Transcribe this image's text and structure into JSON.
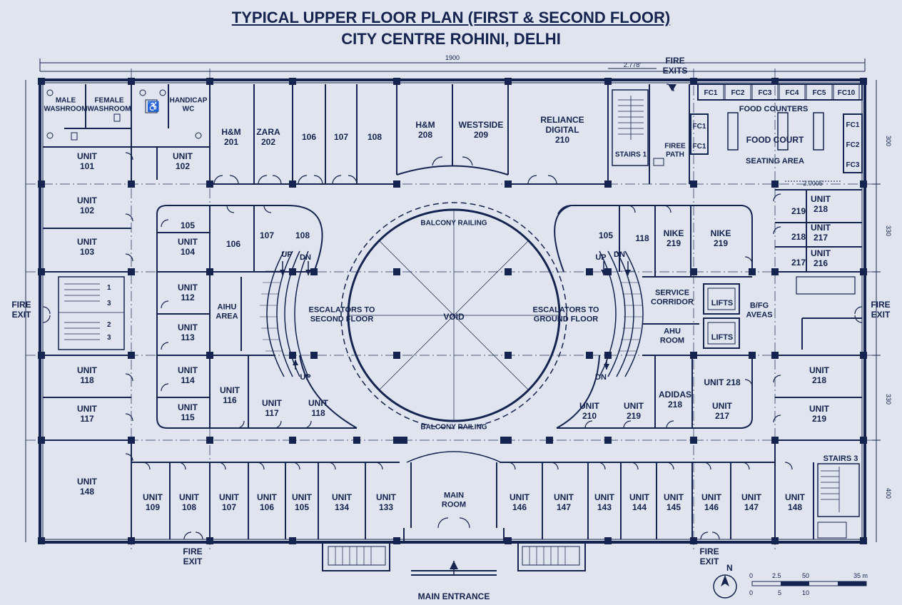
{
  "header": {
    "title": "TYPICAL UPPER FLOOR PLAN (FIRST & SECOND FLOOR)",
    "subtitle": "CITY CENTRE ROHINI, DELHI"
  },
  "dimensions": {
    "overall": "1900",
    "partial": "2.778'",
    "food_court": "2.0005'",
    "side": [
      "300",
      "330",
      "330",
      "400"
    ]
  },
  "colors": {
    "ink": "#14234f",
    "paper": "#dfe4ee",
    "fill": "#e8ecf3"
  },
  "rooms": [
    {
      "id": "male-wc",
      "lines": [
        "MALE",
        "WASHROOM"
      ]
    },
    {
      "id": "female-wc",
      "lines": [
        "FEMALE",
        "WASHROOM"
      ]
    },
    {
      "id": "handicap-wc",
      "lines": [
        "HANDICAP",
        "WC"
      ]
    },
    {
      "id": "u101",
      "lines": [
        "UNIT",
        "101"
      ]
    },
    {
      "id": "u102a",
      "lines": [
        "UNIT",
        "102"
      ]
    },
    {
      "id": "hm201",
      "lines": [
        "H&M",
        "201"
      ]
    },
    {
      "id": "zara202",
      "lines": [
        "ZARA",
        "202"
      ]
    },
    {
      "id": "t106",
      "lines": [
        "106"
      ]
    },
    {
      "id": "t107",
      "lines": [
        "107"
      ]
    },
    {
      "id": "t108",
      "lines": [
        "108"
      ]
    },
    {
      "id": "hm208",
      "lines": [
        "H&M",
        "208"
      ]
    },
    {
      "id": "ws209",
      "lines": [
        "WESTSIDE",
        "209"
      ]
    },
    {
      "id": "rd210",
      "lines": [
        "RELIANCE",
        "DIGITAL",
        "210"
      ]
    },
    {
      "id": "stairs1",
      "lines": [
        "STAIRS 1"
      ]
    },
    {
      "id": "fire-path",
      "lines": [
        "FIREE",
        "PATH"
      ]
    },
    {
      "id": "fire-exits-top",
      "lines": [
        "FIRE",
        "EXITS"
      ]
    },
    {
      "id": "food-counters",
      "lines": [
        "FOOD COUNTERS"
      ]
    },
    {
      "id": "food-court",
      "lines": [
        "FOOD COURT"
      ]
    },
    {
      "id": "seating-area",
      "lines": [
        "SEATING AREA"
      ]
    },
    {
      "id": "u102b",
      "lines": [
        "UNIT",
        "102"
      ]
    },
    {
      "id": "u103",
      "lines": [
        "UNIT",
        "103"
      ]
    },
    {
      "id": "l105",
      "lines": [
        "105"
      ]
    },
    {
      "id": "u104",
      "lines": [
        "UNIT",
        "104"
      ]
    },
    {
      "id": "l106",
      "lines": [
        "106"
      ]
    },
    {
      "id": "l107",
      "lines": [
        "107"
      ]
    },
    {
      "id": "l108",
      "lines": [
        "108"
      ]
    },
    {
      "id": "balcony-top",
      "lines": [
        "BALCONY RAILING"
      ]
    },
    {
      "id": "balcony-bottom",
      "lines": [
        "BALCONY RAILING"
      ]
    },
    {
      "id": "void",
      "lines": [
        "VOID"
      ]
    },
    {
      "id": "esc-left",
      "lines": [
        "ESCALATORS TO",
        "SECOND FLOOR"
      ]
    },
    {
      "id": "esc-right",
      "lines": [
        "ESCALATORS TO",
        "GROUND FLOOR"
      ]
    },
    {
      "id": "up-l1",
      "lines": [
        "UP"
      ]
    },
    {
      "id": "dn-l1",
      "lines": [
        "DN"
      ]
    },
    {
      "id": "up-l2",
      "lines": [
        "UP"
      ]
    },
    {
      "id": "up-r1",
      "lines": [
        "UP"
      ]
    },
    {
      "id": "dn-r1",
      "lines": [
        "DN"
      ]
    },
    {
      "id": "dn-r2",
      "lines": [
        "DN"
      ]
    },
    {
      "id": "u112",
      "lines": [
        "UNIT",
        "112"
      ]
    },
    {
      "id": "u113",
      "lines": [
        "UNIT",
        "113"
      ]
    },
    {
      "id": "ahu-area",
      "lines": [
        "AIHU",
        "AREA"
      ]
    },
    {
      "id": "u114",
      "lines": [
        "UNIT",
        "114"
      ]
    },
    {
      "id": "u115",
      "lines": [
        "UNIT",
        "115"
      ]
    },
    {
      "id": "u116",
      "lines": [
        "UNIT",
        "116"
      ]
    },
    {
      "id": "u117c",
      "lines": [
        "UNIT",
        "117"
      ]
    },
    {
      "id": "u118c",
      "lines": [
        "UNIT",
        "118"
      ]
    },
    {
      "id": "u118w",
      "lines": [
        "UNIT",
        "118"
      ]
    },
    {
      "id": "u117w",
      "lines": [
        "UNIT",
        "117"
      ]
    },
    {
      "id": "fire-exit-left",
      "lines": [
        "FIRE",
        "EXIT"
      ]
    },
    {
      "id": "fire-exit-right",
      "lines": [
        "FIRE",
        "EXIT"
      ]
    },
    {
      "id": "r105",
      "lines": [
        "105"
      ]
    },
    {
      "id": "r118",
      "lines": [
        "118"
      ]
    },
    {
      "id": "nike219a",
      "lines": [
        "NIKE",
        "219"
      ]
    },
    {
      "id": "nike219b",
      "lines": [
        "NIKE",
        "219"
      ]
    },
    {
      "id": "n219",
      "lines": [
        "219"
      ]
    },
    {
      "id": "u218a",
      "lines": [
        "UNIT",
        "218"
      ]
    },
    {
      "id": "n218",
      "lines": [
        "218"
      ]
    },
    {
      "id": "u217a",
      "lines": [
        "UNIT",
        "217"
      ]
    },
    {
      "id": "n217",
      "lines": [
        "217"
      ]
    },
    {
      "id": "u216",
      "lines": [
        "UNIT",
        "216"
      ]
    },
    {
      "id": "service-corridor",
      "lines": [
        "SERVICE",
        "CORRIDOR"
      ]
    },
    {
      "id": "lifts1",
      "lines": [
        "LIFTS"
      ]
    },
    {
      "id": "lifts2",
      "lines": [
        "LIFTS"
      ]
    },
    {
      "id": "bfg-areas",
      "lines": [
        "B/FG",
        "AVEAS"
      ]
    },
    {
      "id": "ahu-room",
      "lines": [
        "AHU",
        "ROOM"
      ]
    },
    {
      "id": "u210",
      "lines": [
        "UNIT",
        "210"
      ]
    },
    {
      "id": "u219c",
      "lines": [
        "UNIT",
        "219"
      ]
    },
    {
      "id": "adidas218",
      "lines": [
        "ADIDAS",
        "218"
      ]
    },
    {
      "id": "u218b",
      "lines": [
        "UNIT 218"
      ]
    },
    {
      "id": "u217b",
      "lines": [
        "UNIT",
        "217"
      ]
    },
    {
      "id": "u218e",
      "lines": [
        "UNIT",
        "218"
      ]
    },
    {
      "id": "u219e",
      "lines": [
        "UNIT",
        "219"
      ]
    },
    {
      "id": "u148a",
      "lines": [
        "UNIT",
        "148"
      ]
    },
    {
      "id": "u109",
      "lines": [
        "UNIT",
        "109"
      ]
    },
    {
      "id": "u108",
      "lines": [
        "UNIT",
        "108"
      ]
    },
    {
      "id": "u107",
      "lines": [
        "UNIT",
        "107"
      ]
    },
    {
      "id": "u106",
      "lines": [
        "UNIT",
        "106"
      ]
    },
    {
      "id": "u105",
      "lines": [
        "UNIT",
        "105"
      ]
    },
    {
      "id": "u134",
      "lines": [
        "UNIT",
        "134"
      ]
    },
    {
      "id": "u133",
      "lines": [
        "UNIT",
        "133"
      ]
    },
    {
      "id": "main-room",
      "lines": [
        "MAIN",
        "ROOM"
      ]
    },
    {
      "id": "u146a",
      "lines": [
        "UNIT",
        "146"
      ]
    },
    {
      "id": "u147a",
      "lines": [
        "UNIT",
        "147"
      ]
    },
    {
      "id": "u143",
      "lines": [
        "UNIT",
        "143"
      ]
    },
    {
      "id": "u144",
      "lines": [
        "UNIT",
        "144"
      ]
    },
    {
      "id": "u145",
      "lines": [
        "UNIT",
        "145"
      ]
    },
    {
      "id": "u146b",
      "lines": [
        "UNIT",
        "146"
      ]
    },
    {
      "id": "u147b",
      "lines": [
        "UNIT",
        "147"
      ]
    },
    {
      "id": "u148b",
      "lines": [
        "UNIT",
        "148"
      ]
    },
    {
      "id": "stairs3",
      "lines": [
        "STAIRS 3"
      ]
    },
    {
      "id": "fire-exit-bl",
      "lines": [
        "FIRE",
        "EXIT"
      ]
    },
    {
      "id": "fire-exit-br",
      "lines": [
        "FIRE",
        "EXIT"
      ]
    },
    {
      "id": "main-entrance",
      "lines": [
        "MAIN ENTRANCE"
      ]
    }
  ],
  "food_counters": [
    "FC1",
    "FC2",
    "FC3",
    "FC4",
    "FC5",
    "FC10"
  ],
  "food_side_left": [
    "FC1",
    "FC1"
  ],
  "food_side_right": [
    "FC1",
    "FC2",
    "FC3"
  ],
  "stair_numbers": [
    "1",
    "3",
    "2",
    "3"
  ],
  "north": "N",
  "scale": {
    "top": [
      "0",
      "2.5",
      "50",
      "35 m"
    ],
    "bottom": [
      "0",
      "5",
      "10"
    ]
  }
}
